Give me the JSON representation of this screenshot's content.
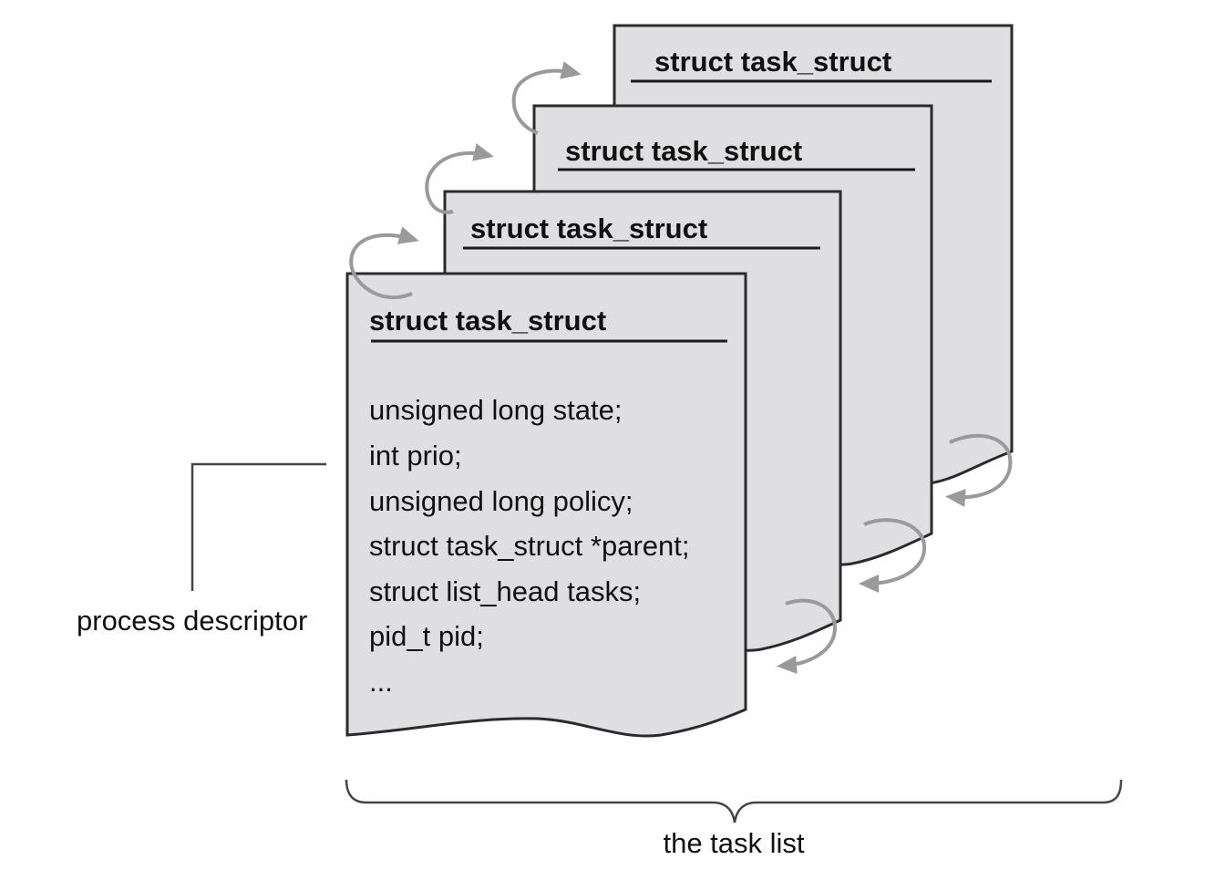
{
  "nodes": [
    {
      "id": "task-struct-4",
      "title": "struct task_struct"
    },
    {
      "id": "task-struct-3",
      "title": "struct task_struct"
    },
    {
      "id": "task-struct-2",
      "title": "struct task_struct"
    },
    {
      "id": "task-struct-1",
      "title": "struct task_struct",
      "fields": [
        "unsigned long state;",
        "int prio;",
        "unsigned long policy;",
        "struct task_struct *parent;",
        "struct list_head tasks;",
        "pid_t pid;",
        "..."
      ]
    }
  ],
  "labels": {
    "process_descriptor": "process descriptor",
    "task_list": "the task list"
  },
  "edges": [
    {
      "from": "task-struct-1",
      "to": "task-struct-2",
      "kind": "next-link"
    },
    {
      "from": "task-struct-2",
      "to": "task-struct-3",
      "kind": "next-link"
    },
    {
      "from": "task-struct-3",
      "to": "task-struct-4",
      "kind": "next-link"
    },
    {
      "from": "task-struct-4",
      "to": "task-struct-3",
      "kind": "prev-link"
    },
    {
      "from": "task-struct-3",
      "to": "task-struct-2",
      "kind": "prev-link"
    },
    {
      "from": "task-struct-2",
      "to": "task-struct-1",
      "kind": "prev-link"
    }
  ],
  "colors": {
    "page_fill": "#dfdfe1",
    "outline": "#2b2b2b",
    "arrow": "#9a9a9a",
    "text": "#111111"
  }
}
